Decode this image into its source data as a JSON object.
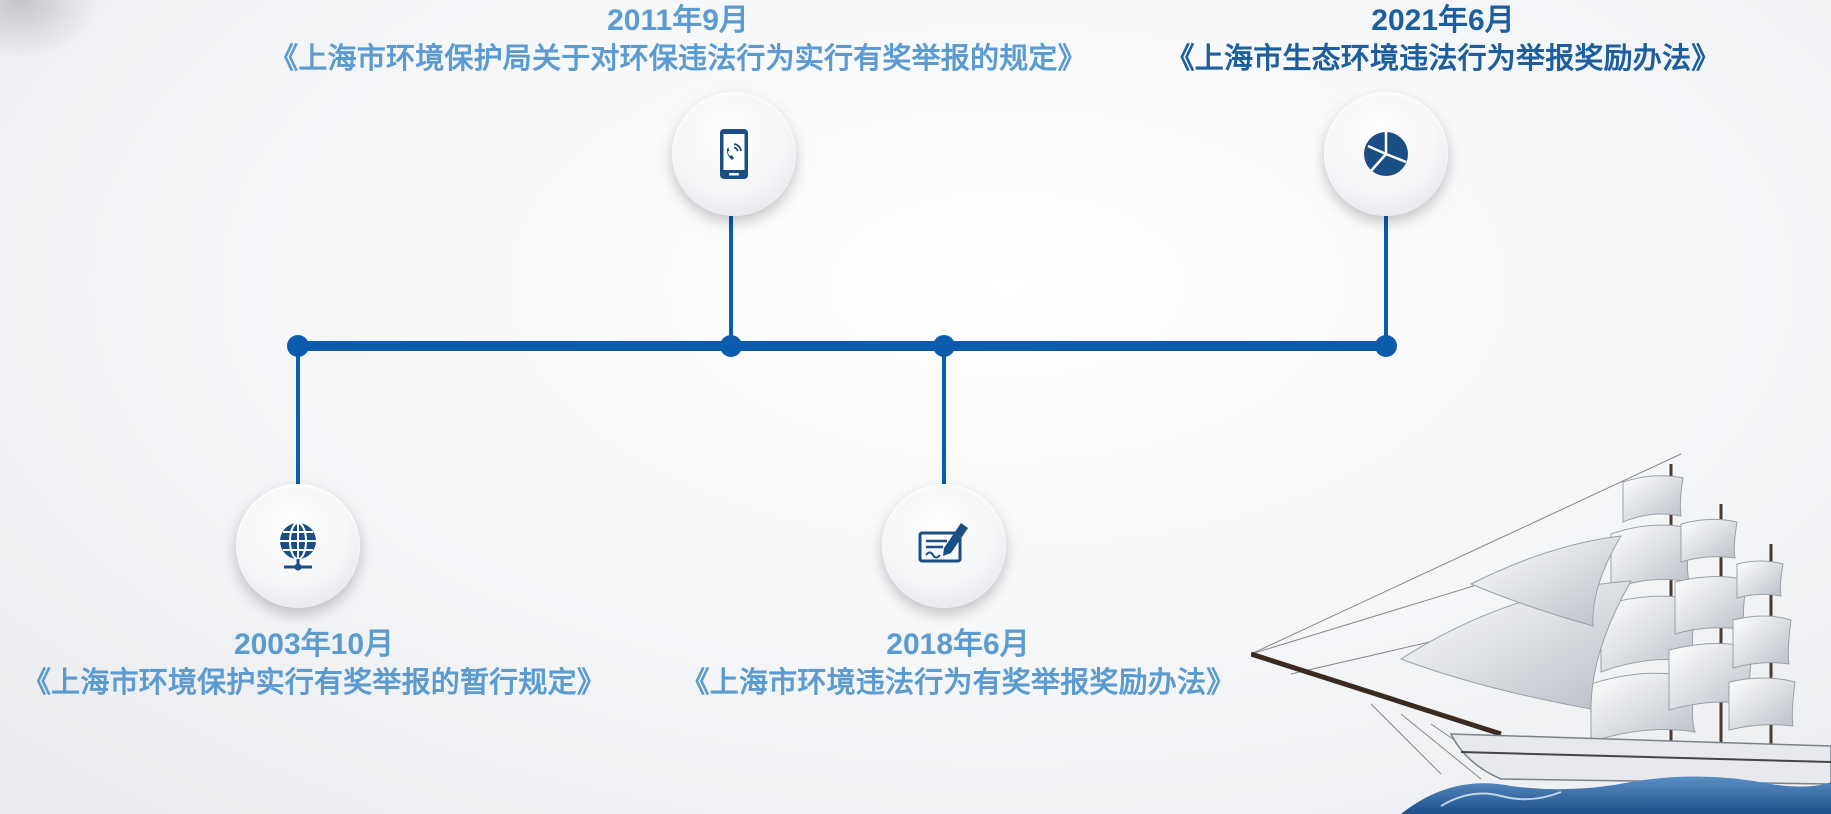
{
  "colors": {
    "line": "#0b5cad",
    "icon": "#1a4f86",
    "label_light": "#5b9bd0",
    "label_dark": "#1d5f9e"
  },
  "timeline": {
    "events": [
      {
        "date": "2003年10月",
        "title": "《上海市环境保护实行有奖举报的暂行规定》",
        "icon": "globe-network-icon",
        "position": "below"
      },
      {
        "date": "2011年9月",
        "title": "《上海市环境保护局关于对环保违法行为实行有奖举报的规定》",
        "icon": "phone-call-icon",
        "position": "above"
      },
      {
        "date": "2018年6月",
        "title": "《上海市环境违法行为有奖举报奖励办法》",
        "icon": "signed-document-icon",
        "position": "below"
      },
      {
        "date": "2021年6月",
        "title": "《上海市生态环境违法行为举报奖励办法》",
        "icon": "pie-chart-icon",
        "position": "above"
      }
    ]
  }
}
